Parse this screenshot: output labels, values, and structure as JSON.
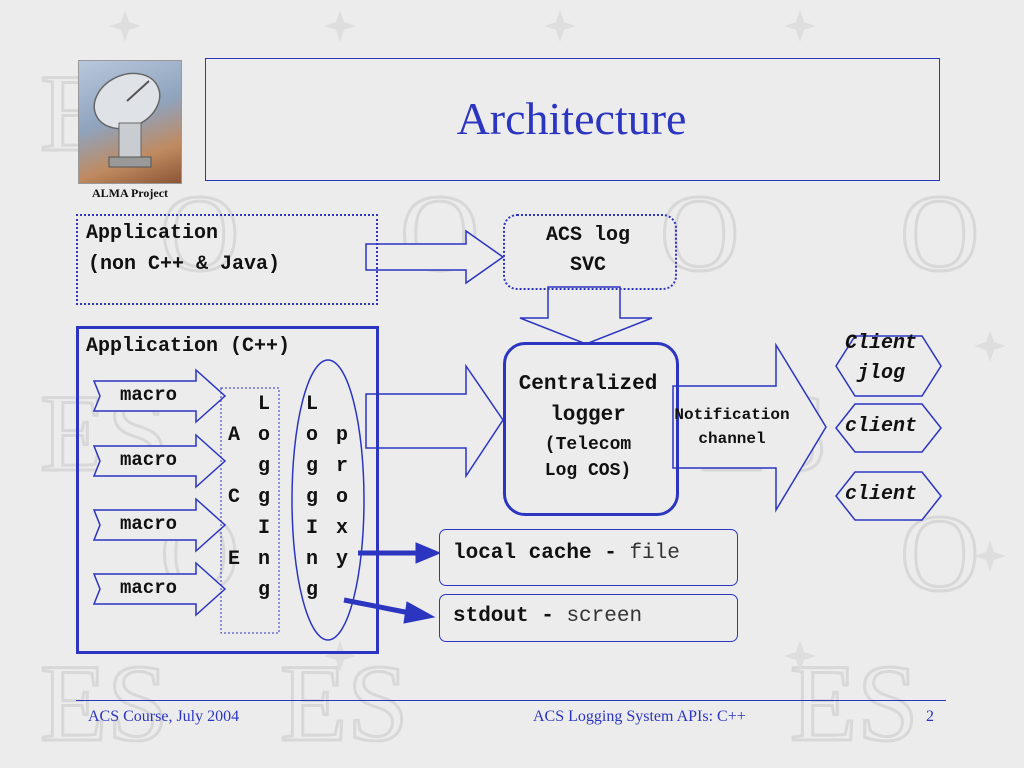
{
  "logo": {
    "label": "ALMA Project"
  },
  "title": "Architecture",
  "application_nonlogging": {
    "line1": "Application",
    "line2": "(non C++ & Java)"
  },
  "acs_log_svc": {
    "line1": "ACS log",
    "line2": "SVC"
  },
  "application_cpp": {
    "label": "Application (C++)",
    "macros": [
      "macro",
      "macro",
      "macro",
      "macro"
    ],
    "ace_logging_column": [
      "",
      "A",
      "",
      "C",
      "",
      "E",
      ""
    ],
    "logging_column_1": [
      "L",
      "o",
      "g",
      "g",
      "I",
      "n",
      "g"
    ],
    "logging_column_2": [
      "L",
      "o",
      "g",
      "g",
      "I",
      "n",
      "g"
    ],
    "proxy_column": [
      "",
      "p",
      "r",
      "o",
      "x",
      "y",
      ""
    ]
  },
  "centralized_logger": {
    "line1": "Centralized",
    "line2": "logger",
    "line3": "(Telecom",
    "line4": "Log COS)"
  },
  "notification_channel": {
    "line1": "Notification",
    "line2": "channel"
  },
  "clients": {
    "jlog_line1": "Client",
    "jlog_line2": "jlog",
    "client2": "client",
    "client3": "client"
  },
  "local_cache": {
    "bold": "local cache -",
    "normal": "file"
  },
  "stdout": {
    "bold": "stdout -",
    "normal": "screen"
  },
  "footer": {
    "left": "ACS Course, July 2004",
    "center": "ACS Logging System APIs: C++",
    "page": "2"
  },
  "colors": {
    "accent": "#2b35c0",
    "background": "#ececec"
  }
}
